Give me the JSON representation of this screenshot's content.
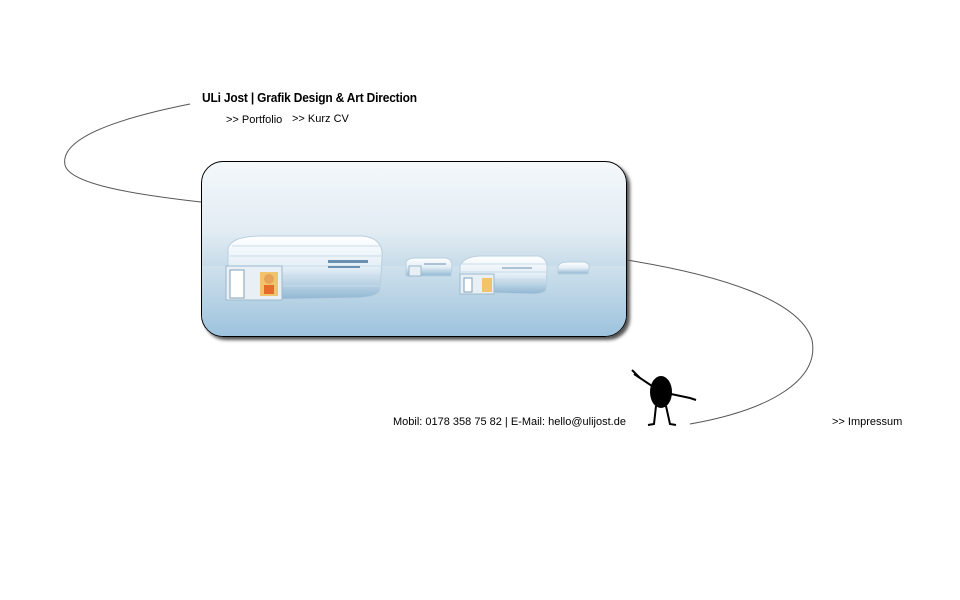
{
  "header": {
    "title": "ULi Jost | Grafik Design & Art Direction"
  },
  "nav": {
    "portfolio_label": ">> Portfolio",
    "cv_label": ">> Kurz CV"
  },
  "footer": {
    "contact_text": "Mobil: 0178 358 75 82 | E-Mail: hello@ulijost.de",
    "impressum_label": ">> Impressum"
  },
  "colors": {
    "line": "#555555",
    "panel_sky": "#e2ecf3",
    "panel_floor": "#a8cae2"
  },
  "icons": {
    "mascot": "stick-figure-mascot-icon"
  }
}
